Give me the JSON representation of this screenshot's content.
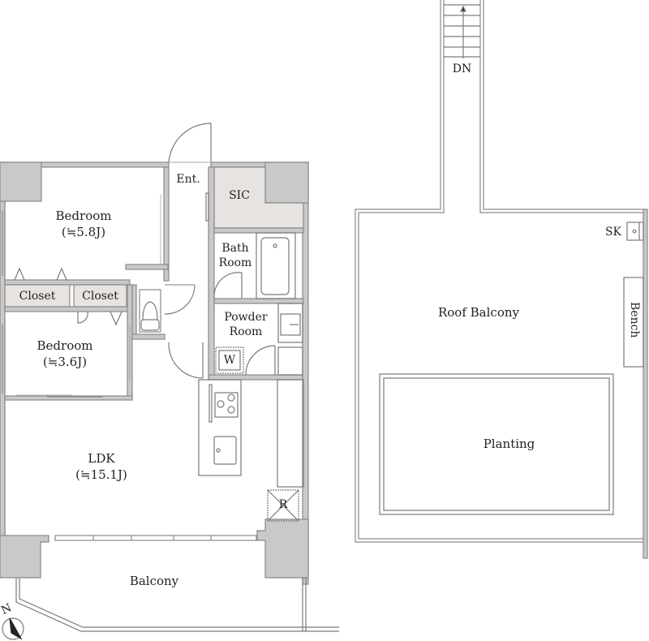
{
  "plan": {
    "colors": {
      "wall": "#c8c8c8",
      "wall_stroke": "#8a8a8a",
      "line": "#6e6e6e",
      "storage_fill": "#e6e3e0",
      "background": "#ffffff"
    },
    "unit": {
      "rooms": {
        "bedroom1": {
          "name": "Bedroom",
          "size": "(≒5.8J)"
        },
        "bedroom2": {
          "name": "Bedroom",
          "size": "(≒3.6J)"
        },
        "closet1": {
          "name": "Closet"
        },
        "closet2": {
          "name": "Closet"
        },
        "entrance": {
          "name": "Ent."
        },
        "sic": {
          "name": "SIC"
        },
        "bath": {
          "line1": "Bath",
          "line2": "Room"
        },
        "powder": {
          "line1": "Powder",
          "line2": "Room"
        },
        "washer": {
          "name": "W"
        },
        "ldk": {
          "name": "LDK",
          "size": "(≒15.1J)"
        },
        "refrigerator": {
          "name": "R"
        },
        "balcony": {
          "name": "Balcony"
        }
      },
      "compass": {
        "label": "N"
      }
    },
    "roof": {
      "stairs": {
        "label": "DN"
      },
      "roof_balcony": {
        "name": "Roof Balcony"
      },
      "sink": {
        "name": "SK"
      },
      "bench": {
        "name": "Bench"
      },
      "planting": {
        "name": "Planting"
      }
    }
  }
}
